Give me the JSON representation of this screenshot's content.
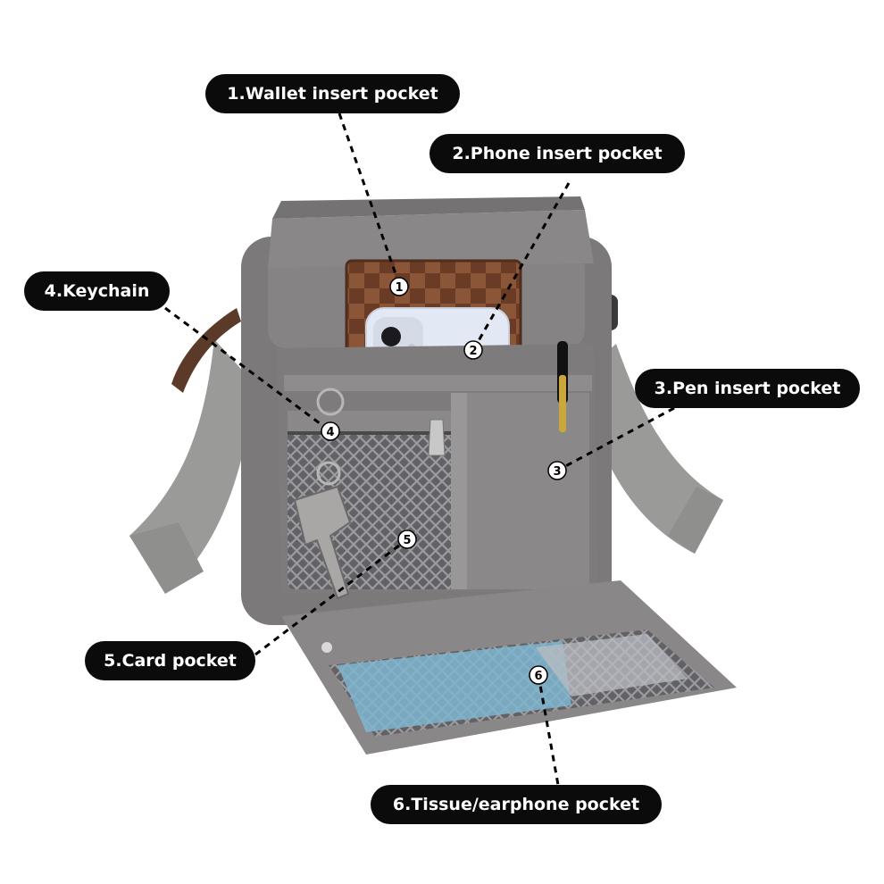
{
  "labels": [
    {
      "id": "1",
      "text": "1.Wallet insert pocket"
    },
    {
      "id": "2",
      "text": "2.Phone insert pocket"
    },
    {
      "id": "3",
      "text": "3.Pen insert pocket"
    },
    {
      "id": "4",
      "text": "4.Keychain"
    },
    {
      "id": "5",
      "text": "5.Card pocket"
    },
    {
      "id": "6",
      "text": "6.Tissue/earphone pocket"
    }
  ],
  "markers": [
    "1",
    "2",
    "3",
    "4",
    "5",
    "6"
  ],
  "colors": {
    "pill": "#0b0b0b",
    "pill_text": "#ffffff",
    "canvas": "#868384",
    "canvas_dark": "#6f6c6d",
    "strap": "#9a9a98",
    "mesh": "#5d5d60",
    "phone": "#dfe6f3",
    "wallet": "#7b4a30",
    "tissue": "#7fb6cf"
  }
}
